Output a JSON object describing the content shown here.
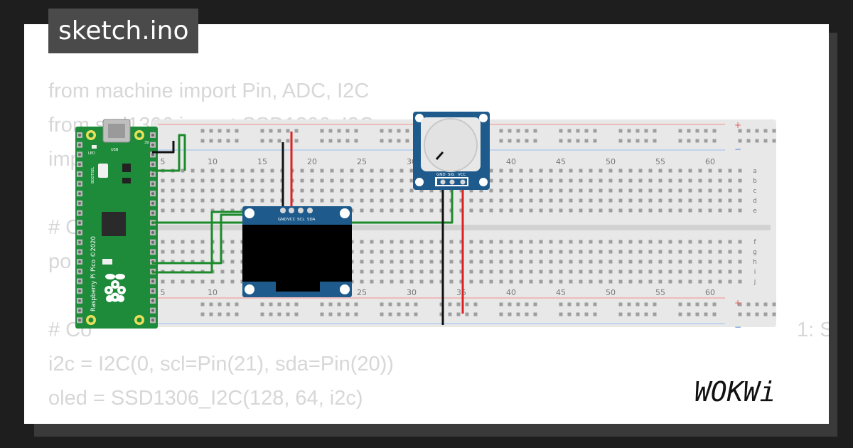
{
  "file_tab": {
    "label": "sketch.ino"
  },
  "code_lines": [
    "from machine import Pin, ADC, I2C",
    "from ssd1306 import SSD1306_I2C",
    "import",
    "",
    "# C",
    "po",
    "",
    "# Co",
    "i2c = I2C(0, scl=Pin(21), sda=Pin(20))",
    "oled = SSD1306_I2C(128, 64, i2c)"
  ],
  "code_fragment_right": "1: S",
  "breadboard": {
    "col_labels": [
      "5",
      "10",
      "15",
      "20",
      "25",
      "30",
      "35",
      "40",
      "45",
      "50",
      "55",
      "60"
    ],
    "row_labels_top": [
      "a",
      "b",
      "c",
      "d",
      "e"
    ],
    "row_labels_bottom": [
      "f",
      "g",
      "h",
      "i",
      "j"
    ],
    "plus": "+",
    "minus": "−"
  },
  "pico": {
    "led_label": "LED",
    "usb_label": "USB",
    "bootsel_label": "BOOTSEL",
    "pin_label": "39",
    "board_text": "Raspberry Pi Pico ©2020"
  },
  "oled": {
    "pins": [
      "GND",
      "VCC",
      "SCL",
      "SDA"
    ]
  },
  "pot": {
    "pins": [
      "GND",
      "SIG",
      "VCC"
    ]
  },
  "logo": {
    "text": "WOKWi"
  },
  "colors": {
    "wire_green": "#1a8a2a",
    "wire_red": "#e02020",
    "wire_black": "#111111",
    "module_blue": "#1e5b8c",
    "pico_green": "#1d8b3a"
  }
}
